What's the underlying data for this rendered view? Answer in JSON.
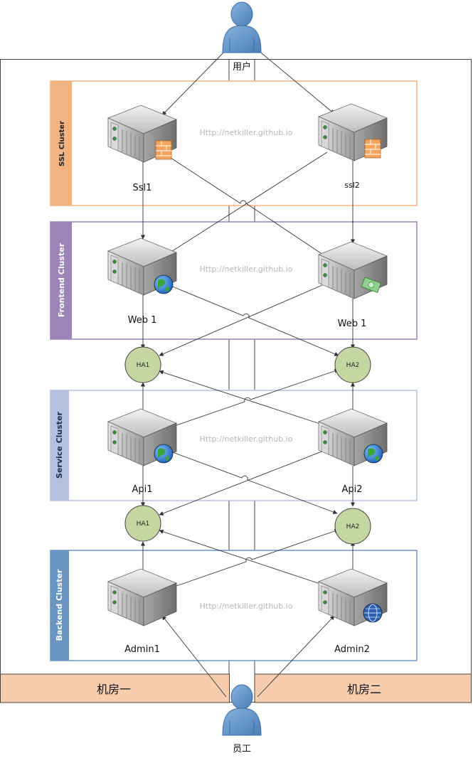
{
  "user_label": "用户",
  "staff_label": "员工",
  "rooms": {
    "left": "机房一",
    "right": "机房二"
  },
  "watermark": "Http://netkiller.github.io",
  "colors": {
    "ssl": "#F2B382",
    "frontend": "#9C83B8",
    "service": "#B4C1DE",
    "backend": "#6A95C3",
    "ha_fill": "#C6D6A3",
    "room_bar": "#F7CDAE",
    "person": "#5E91C7"
  },
  "clusters": {
    "ssl": {
      "label": "SSL Cluster",
      "servers": [
        "Ssl1",
        "ssl2"
      ]
    },
    "frontend": {
      "label": "Frontend Cluster",
      "servers": [
        "Web 1",
        "Web 1"
      ]
    },
    "service": {
      "label": "Service Cluster",
      "servers": [
        "Api1",
        "Api2"
      ]
    },
    "backend": {
      "label": "Backend Cluster",
      "servers": [
        "Admin1",
        "Admin2"
      ]
    }
  },
  "ha_top": [
    "HA1",
    "HA2"
  ],
  "ha_bottom": [
    "HA1",
    "HA2"
  ],
  "server_icons": {
    "ssl": [
      "firewall-icon",
      "firewall-icon"
    ],
    "frontend": [
      "globe-icon",
      "money-icon"
    ],
    "service": [
      "globe-icon",
      "globe-icon"
    ],
    "backend": [
      null,
      "web-globe-icon"
    ]
  }
}
